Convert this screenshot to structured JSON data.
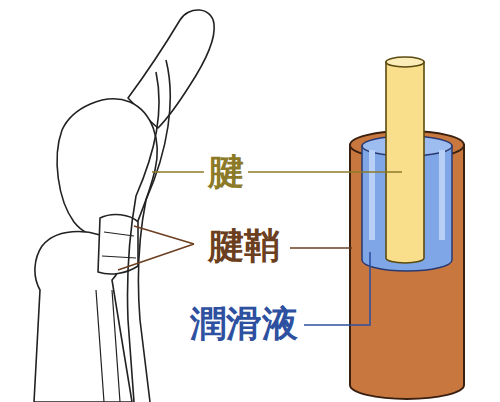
{
  "diagram": {
    "labels": [
      "腱",
      "腱鞘",
      "潤滑液"
    ]
  }
}
